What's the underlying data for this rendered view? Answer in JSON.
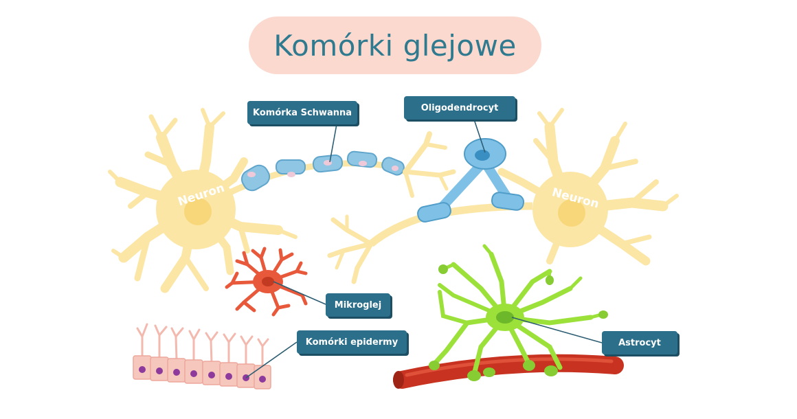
{
  "title": "Komórki glejowe",
  "labels": {
    "schwann": "Komórka Schwanna",
    "oligodendrocyte": "Oligodendrocyt",
    "microglia": "Mikroglej",
    "epidermis": "Komórki epidermy",
    "astrocyte": "Astrocyt",
    "neuron_left": "Neuron",
    "neuron_right": "Neuron"
  },
  "colors": {
    "neuron": "#fbe6a6",
    "neuron_nucleus": "#f8d77a",
    "schwann": "#8fc6e4",
    "oligodendrocyte": "#7fc0e6",
    "microglia": "#e8583a",
    "astrocyte": "#9be13a",
    "blood_vessel": "#c73320",
    "epidermis": "#f6c7bd",
    "label_bg": "#2c6f8a",
    "title_bg": "#fbd9cf",
    "title_text": "#2f7a8e"
  }
}
